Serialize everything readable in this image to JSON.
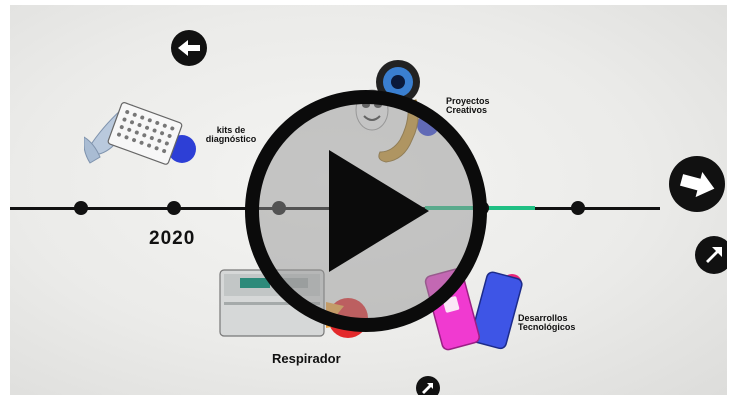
{
  "timeline": {
    "year": "2020",
    "items": [
      {
        "label": "kits de diagnóstico"
      },
      {
        "label": "Proyectos Creativos"
      },
      {
        "label": "Desarrollos Tecnológicos"
      },
      {
        "label": "Respirador"
      }
    ]
  },
  "colors": {
    "accent": "#1fbf83",
    "blue": "#2d3fd6",
    "pink": "#e8267a",
    "ink": "#111111"
  },
  "icons": [
    "arrow-left-icon",
    "arrow-right-icon",
    "arrow-up-right-icon",
    "play-icon",
    "gloves-microplate-icon",
    "camera-lens-icon",
    "theater-mask-icon",
    "saxophone-icon",
    "smartphones-icon",
    "ventilator-device-icon"
  ]
}
